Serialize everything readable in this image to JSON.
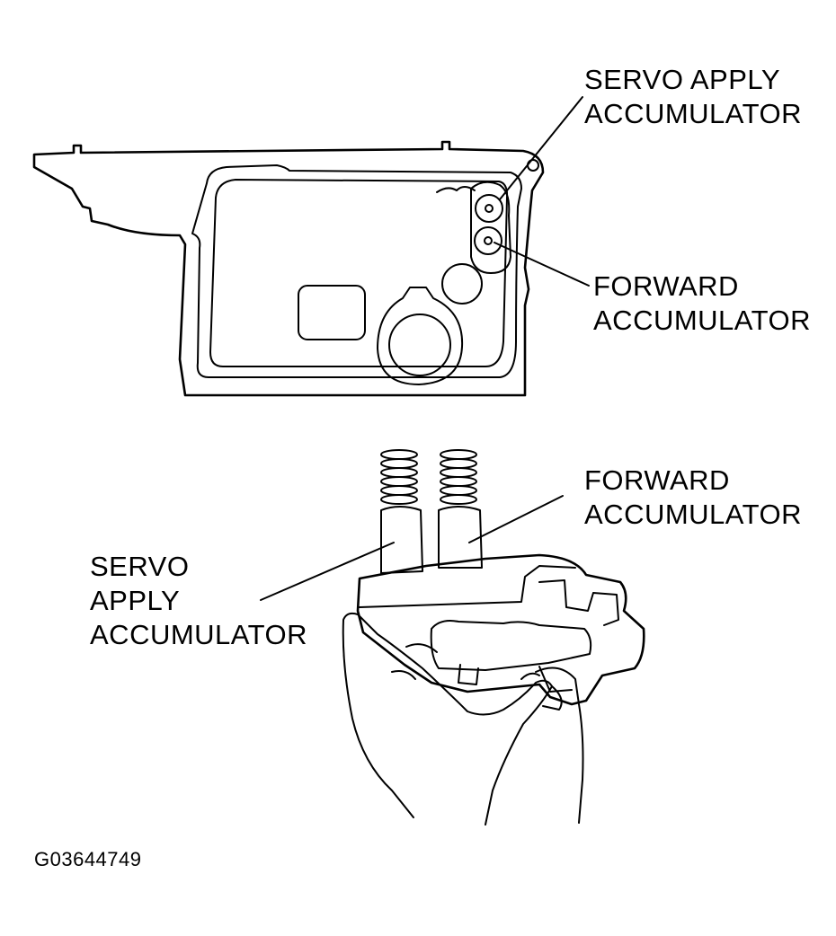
{
  "labels": {
    "top_servo": [
      "SERVO APPLY",
      "ACCUMULATOR"
    ],
    "top_forward": [
      "FORWARD",
      "ACCUMULATOR"
    ],
    "bottom_forward": [
      "FORWARD",
      "ACCUMULATOR"
    ],
    "bottom_servo": [
      "SERVO",
      "APPLY",
      "ACCUMULATOR"
    ]
  },
  "figure_code": "G03644749",
  "colors": {
    "ink": "#000000",
    "paper": "#ffffff"
  }
}
